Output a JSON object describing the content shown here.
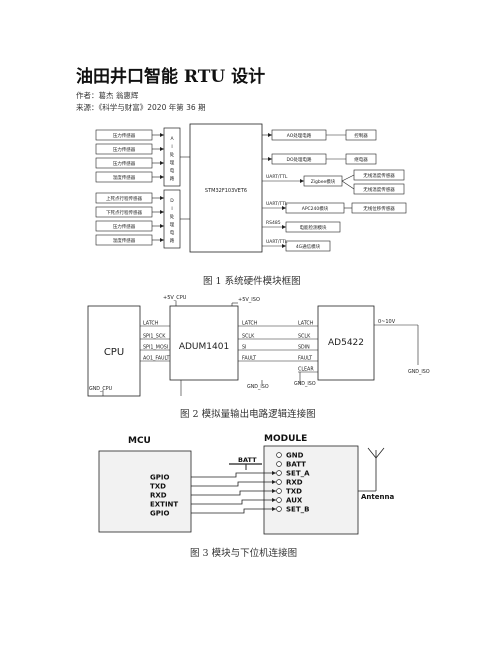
{
  "title": "油田井口智能 RTU 设计",
  "authors": "作者：葛杰 翁惠辉",
  "source": "来源：《科学与财富》2020 年第 36 期",
  "fig1": {
    "caption": "图 1 系统硬件模块框图",
    "left_boxes": [
      "压力传感器",
      "压力传感器",
      "压力传感器",
      "温度传感器",
      "上死点行程传感器",
      "下死点行程传感器",
      "压力传感器",
      "温度传感器"
    ],
    "ai_label": "AI 处理电路",
    "di_label": "DI 处理电路",
    "mcu": "STM32F103VET6",
    "right_mid": [
      "AO处理电路",
      "DO处理电路",
      "Zigbee模块",
      "APC240模块",
      "电能检测模块",
      "4G通信模块"
    ],
    "right_far": [
      "控制器",
      "继电器",
      "无线温度传感器",
      "无线温度传感器",
      "无线位移传感器"
    ],
    "links": [
      "UART/TTL",
      "UART/TTL",
      "RS485",
      "UART/TTL"
    ]
  },
  "fig2": {
    "caption": "图 2 模拟量输出电路逻辑连接图",
    "cpu": "CPU",
    "adum": "ADUM1401",
    "ad": "AD5422",
    "vcpu": "+5V_CPU",
    "viso": "+5V_ISO",
    "cpu_pins": [
      "LATCH",
      "SPI1_SCK",
      "SPI1_MOSI",
      "AO1_FAULT"
    ],
    "adum_out": [
      "LATCH",
      "SCLK",
      "SI",
      "FAULT"
    ],
    "ad_pins": [
      "LATCH",
      "SCLK",
      "SDIN",
      "FAULT",
      "CLEAR"
    ],
    "out": "0~10V",
    "gnd_cpu": "GND_CPU",
    "gnd_iso": "GND_ISO",
    "gnd_iso2": "GND_ISO",
    "gnd_iso3": "GND_ISO"
  },
  "fig3": {
    "caption": "图 3 模块与下位机连接图",
    "mcu": "MCU",
    "module": "MODULE",
    "mcu_pins": [
      "GPIO",
      "TXD",
      "RXD",
      "EXTINT",
      "GPIO"
    ],
    "mod_pins": [
      "GND",
      "BATT",
      "SET_A",
      "RXD",
      "TXD",
      "AUX",
      "SET_B"
    ],
    "batt": "BATT",
    "antenna": "Antenna"
  }
}
